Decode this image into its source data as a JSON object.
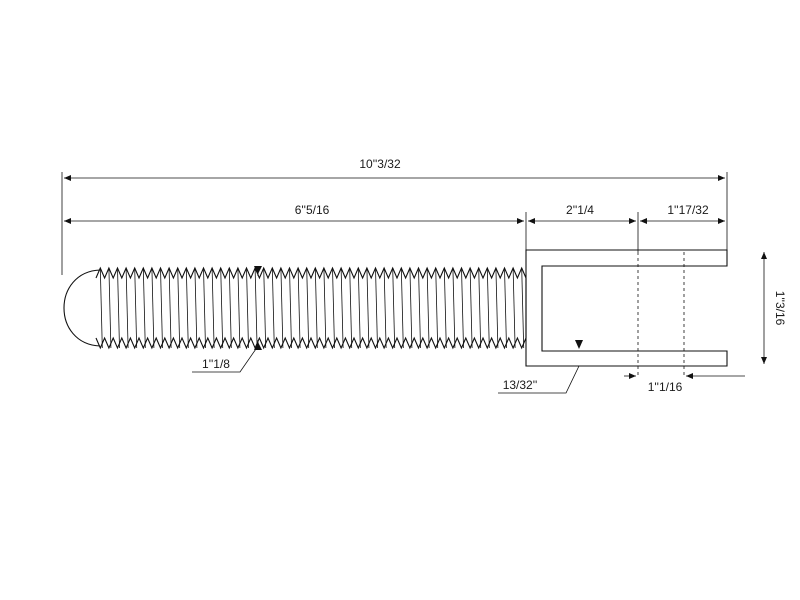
{
  "dimensions": {
    "overall_length": "10''3/32",
    "thread_length": "6''5/16",
    "clevis_length": "2''1/4",
    "slot_depth": "1''17/32",
    "thread_diameter": "1''1/8",
    "slot_width": "13/32''",
    "pin_offset": "1''1/16",
    "clevis_height": "1''3/16"
  },
  "colors": {
    "line": "#111111",
    "background": "#ffffff"
  }
}
